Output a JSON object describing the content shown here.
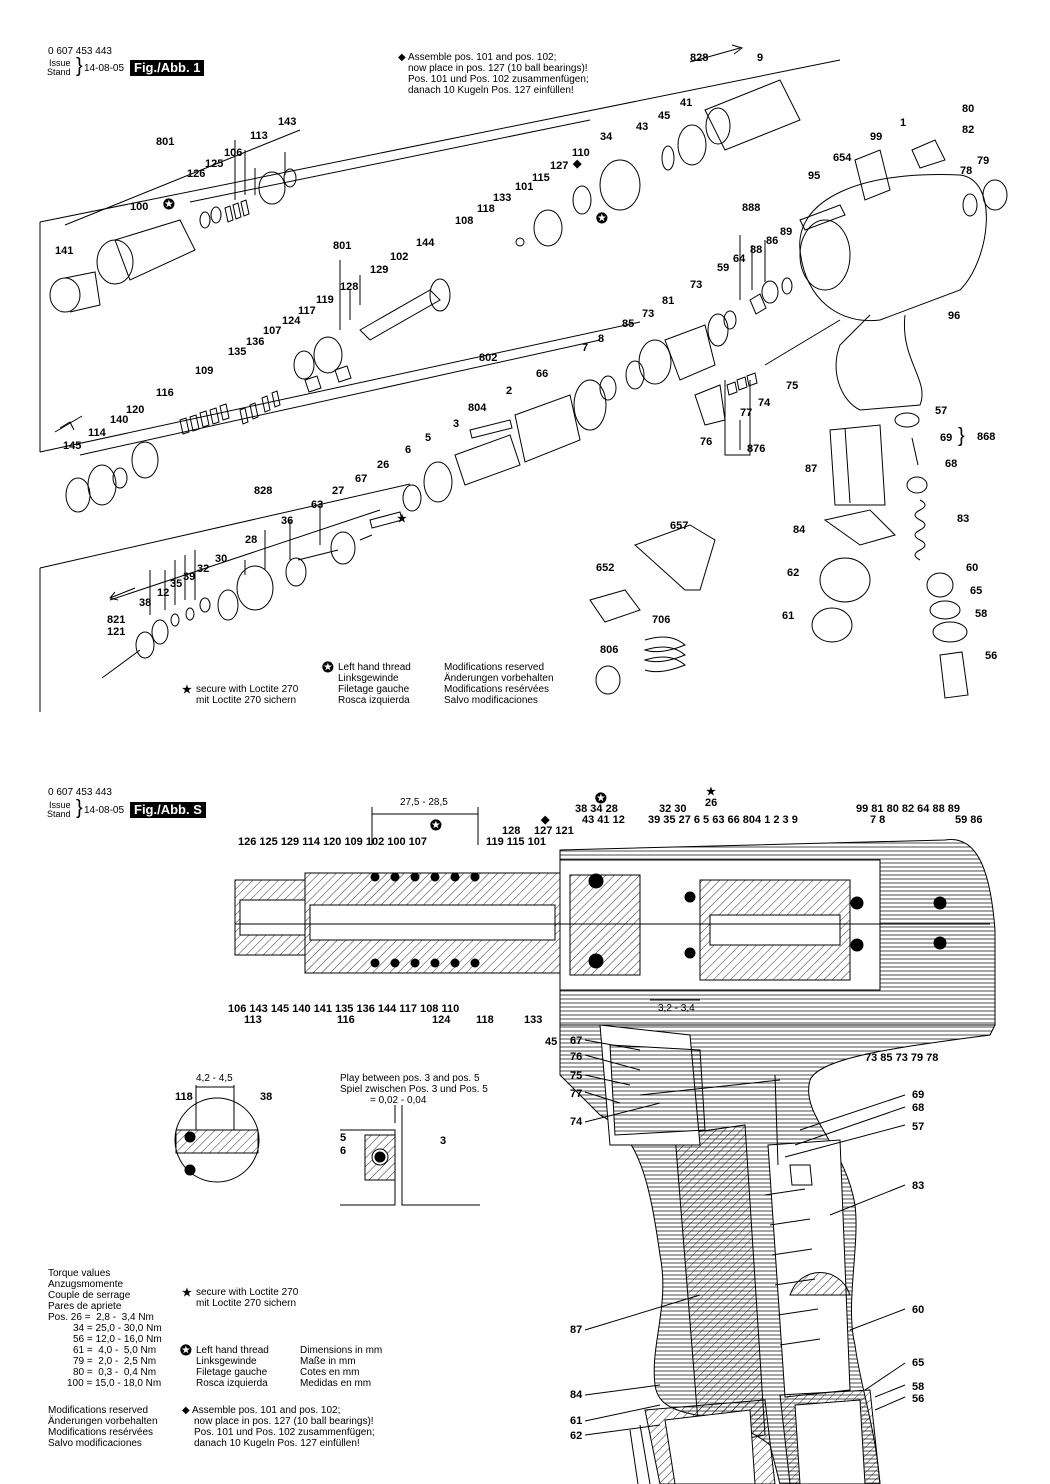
{
  "sheet1": {
    "doc_number": "0 607 453 443",
    "issue_label": "Issue",
    "stand_label": "Stand",
    "date": "14-08-05",
    "fig_label": "Fig./Abb. 1",
    "assembly_note": [
      "Assemble pos. 101 and pos. 102;",
      "now place in pos. 127 (10 ball bearings)!",
      "Pos. 101 und Pos. 102 zusammenfügen;",
      "danach 10 Kugeln Pos. 127 einfüllen!"
    ],
    "left_thread": [
      "Left hand thread",
      "Linksgewinde",
      "Filetage gauche",
      "Rosca izquierda"
    ],
    "loctite": [
      "secure with Loctite 270",
      "mit Loctite 270 sichern"
    ],
    "modifications": [
      "Modifications reserved",
      "Änderungen vorbehalten",
      "Modifications resérvées",
      "Salvo modificaciones"
    ],
    "labels": {
      "p828a": "828",
      "p9": "9",
      "p41": "41",
      "p45": "45",
      "p43": "43",
      "p34": "34",
      "p110": "110",
      "p127": "127",
      "p115": "115",
      "p101": "101",
      "p133": "133",
      "p118": "118",
      "p108": "108",
      "p801a": "801",
      "p113": "113",
      "p143": "143",
      "p106": "106",
      "p125": "125",
      "p126": "126",
      "p100": "100",
      "p141": "141",
      "p80": "80",
      "p82": "82",
      "p1": "1",
      "p99": "99",
      "p654": "654",
      "p95": "95",
      "p79": "79",
      "p78": "78",
      "p888": "888",
      "p89": "89",
      "p86": "86",
      "p88": "88",
      "p64": "64",
      "p59": "59",
      "p73a": "73",
      "p96": "96",
      "p801b": "801",
      "p144": "144",
      "p102": "102",
      "p129": "129",
      "p128": "128",
      "p119": "119",
      "p117": "117",
      "p124": "124",
      "p107": "107",
      "p136": "136",
      "p135": "135",
      "p109": "109",
      "p116": "116",
      "p120": "120",
      "p140": "140",
      "p114": "114",
      "p145": "145",
      "p81": "81",
      "p73b": "73",
      "p85": "85",
      "p8": "8",
      "p7": "7",
      "p802": "802",
      "p66": "66",
      "p2": "2",
      "p804": "804",
      "p3": "3",
      "p5": "5",
      "p6": "6",
      "p75": "75",
      "p74": "74",
      "p77": "77",
      "p876": "876",
      "p76": "76",
      "p57": "57",
      "p69": "69",
      "p868": "868",
      "p68": "68",
      "p87": "87",
      "p83": "83",
      "p84": "84",
      "p62": "62",
      "p60": "60",
      "p65": "65",
      "p61": "61",
      "p58": "58",
      "p56": "56",
      "p26": "26",
      "p67": "67",
      "p27": "27",
      "p63": "63",
      "p828b": "828",
      "p36": "36",
      "p28": "28",
      "p30": "30",
      "p32": "32",
      "p39": "39",
      "p35": "35",
      "p12": "12",
      "p38": "38",
      "p821": "821",
      "p121": "121",
      "p657": "657",
      "p652": "652",
      "p706": "706",
      "p806": "806"
    }
  },
  "sheet2": {
    "doc_number": "0 607 453 443",
    "issue_label": "Issue",
    "stand_label": "Stand",
    "date": "14-08-05",
    "fig_label": "Fig./Abb. S",
    "dim_top": "27,5 - 28,5",
    "dim_small": "3,2 - 3,4",
    "dim_detail": "4,2 - 4,5",
    "play_note": [
      "Play between pos. 3 and pos. 5",
      "Spiel zwischen Pos. 3 und Pos. 5",
      "= 0,02 - 0,04"
    ],
    "torque_head": [
      "Torque values",
      "Anzugsmomente",
      "Couple de serrage",
      "Pares de apriete"
    ],
    "torque_rows": [
      "Pos. 26 =  2,8 -  3,4 Nm",
      "34 = 25,0 - 30,0 Nm",
      "56 = 12,0 - 16,0 Nm",
      "61 =  4,0 -  5,0 Nm",
      "79 =  2,0 -  2,5 Nm",
      "80 =  0,3 -  0,4 Nm",
      "100 = 15,0 - 18,0 Nm"
    ],
    "loctite": [
      "secure with Loctite 270",
      "mit Loctite 270 sichern"
    ],
    "left_thread": [
      "Left hand thread",
      "Linksgewinde",
      "Filetage gauche",
      "Rosca izquierda"
    ],
    "dimensions": [
      "Dimensions in mm",
      "Maße in mm",
      "Cotes en mm",
      "Medidas en mm"
    ],
    "modifications": [
      "Modifications reserved",
      "Änderungen vorbehalten",
      "Modifications resérvées",
      "Salvo modificaciones"
    ],
    "assembly_note": [
      "Assemble pos. 101 and pos. 102;",
      "now place in pos. 127 (10 ball bearings)!",
      "Pos. 101 und Pos. 102 zusammenfügen;",
      "danach 10 Kugeln Pos. 127 einfüllen!"
    ],
    "top_row_a": "126 125  129        114   120        109 102        100 107",
    "top_row_b": "128",
    "top_row_c": "119   115   101",
    "top_row_d": "127  121",
    "top_row_e": "38   34   28",
    "top_row_f": "43 41      12",
    "top_row_g": "32  30",
    "top_row_h": "39  35  27    6   5  63 66    804    1    2    3    9",
    "top_row_i": "99        81  80  82   64    88  89",
    "top_row_j": "7  8",
    "top_row_k": "59     86",
    "bottom_row_a": "106    143      145 140       141         135 136   144     117 108  110",
    "bottom_row_b": "113",
    "bottom_row_c": "116",
    "bottom_row_d": "124",
    "bottom_row_e": "118",
    "bottom_row_f": "133",
    "p45": "45",
    "right_row": "73   85   73     79  78",
    "handle_left": [
      "67",
      "76",
      "75",
      "77",
      "74"
    ],
    "handle_right": [
      "69",
      "68",
      "57",
      "83",
      "60",
      "65",
      "58",
      "56"
    ],
    "handle_bottom_left": [
      "87",
      "84",
      "61",
      "62"
    ],
    "detail_118": "118",
    "detail_38": "38",
    "detail_5": "5",
    "detail_6": "6",
    "detail_3": "3"
  }
}
